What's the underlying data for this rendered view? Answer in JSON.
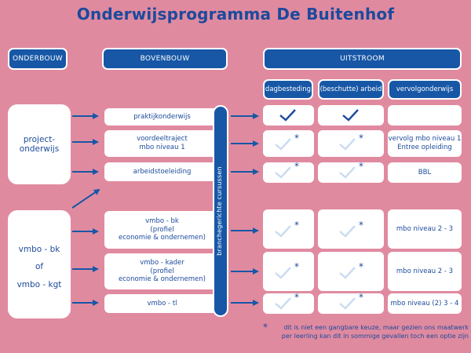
{
  "title": "Onderwijsprogramma De Buitenhof",
  "headers": {
    "onderbouw": "ONDERBOUW",
    "bovenbouw": "BOVENBOUW",
    "uitstroom": "UITSTROOM"
  },
  "uitstroom_columns": [
    "dagbesteding",
    "(beschutte) arbeid",
    "vervolgonderwijs"
  ],
  "onderbouw": {
    "project": [
      "project-",
      "onderwijs"
    ],
    "vmbo": [
      "vmbo - bk",
      "of",
      "vmbo - kgt"
    ]
  },
  "bovenbouw": [
    [
      "praktijkonderwijs"
    ],
    [
      "voordeeltraject",
      "mbo niveau 1"
    ],
    [
      "arbeidstoeleiding"
    ],
    [
      "vmbo - bk",
      "(profiel",
      "economie & ondernemen)"
    ],
    [
      "vmbo - kader",
      "(profiel",
      "economie & ondernemen)"
    ],
    [
      "vmbo - tl"
    ]
  ],
  "vertical_bar": "branchegerichte cursussen",
  "vervolg": [
    "",
    "vervolg mbo niveau 1\nEntree opleiding",
    "BBL",
    "mbo niveau 2 - 3",
    "mbo niveau 2 - 3",
    "mbo niveau (2) 3 - 4"
  ],
  "checks": [
    {
      "dagbesteding": "check",
      "arbeid": "check"
    },
    {
      "dagbesteding": "check-star",
      "arbeid": "check-star"
    },
    {
      "dagbesteding": "check-star",
      "arbeid": "check-star"
    },
    {
      "dagbesteding": "check-star",
      "arbeid": "check-star"
    },
    {
      "dagbesteding": "check-star",
      "arbeid": "check-star"
    },
    {
      "dagbesteding": "check-star",
      "arbeid": "check-star"
    }
  ],
  "footnote": {
    "star": "*",
    "line1": "dit is niet een gangbare keuze, maar gezien ons maatwerk",
    "line2": "per leerling kan dit in sommige gevallen toch een optie zijn"
  },
  "colors": {
    "background": "#e08aa0",
    "primary_blue": "#1757a6",
    "text_blue": "#1c4a9c",
    "faded_check": "#c9dcee"
  }
}
